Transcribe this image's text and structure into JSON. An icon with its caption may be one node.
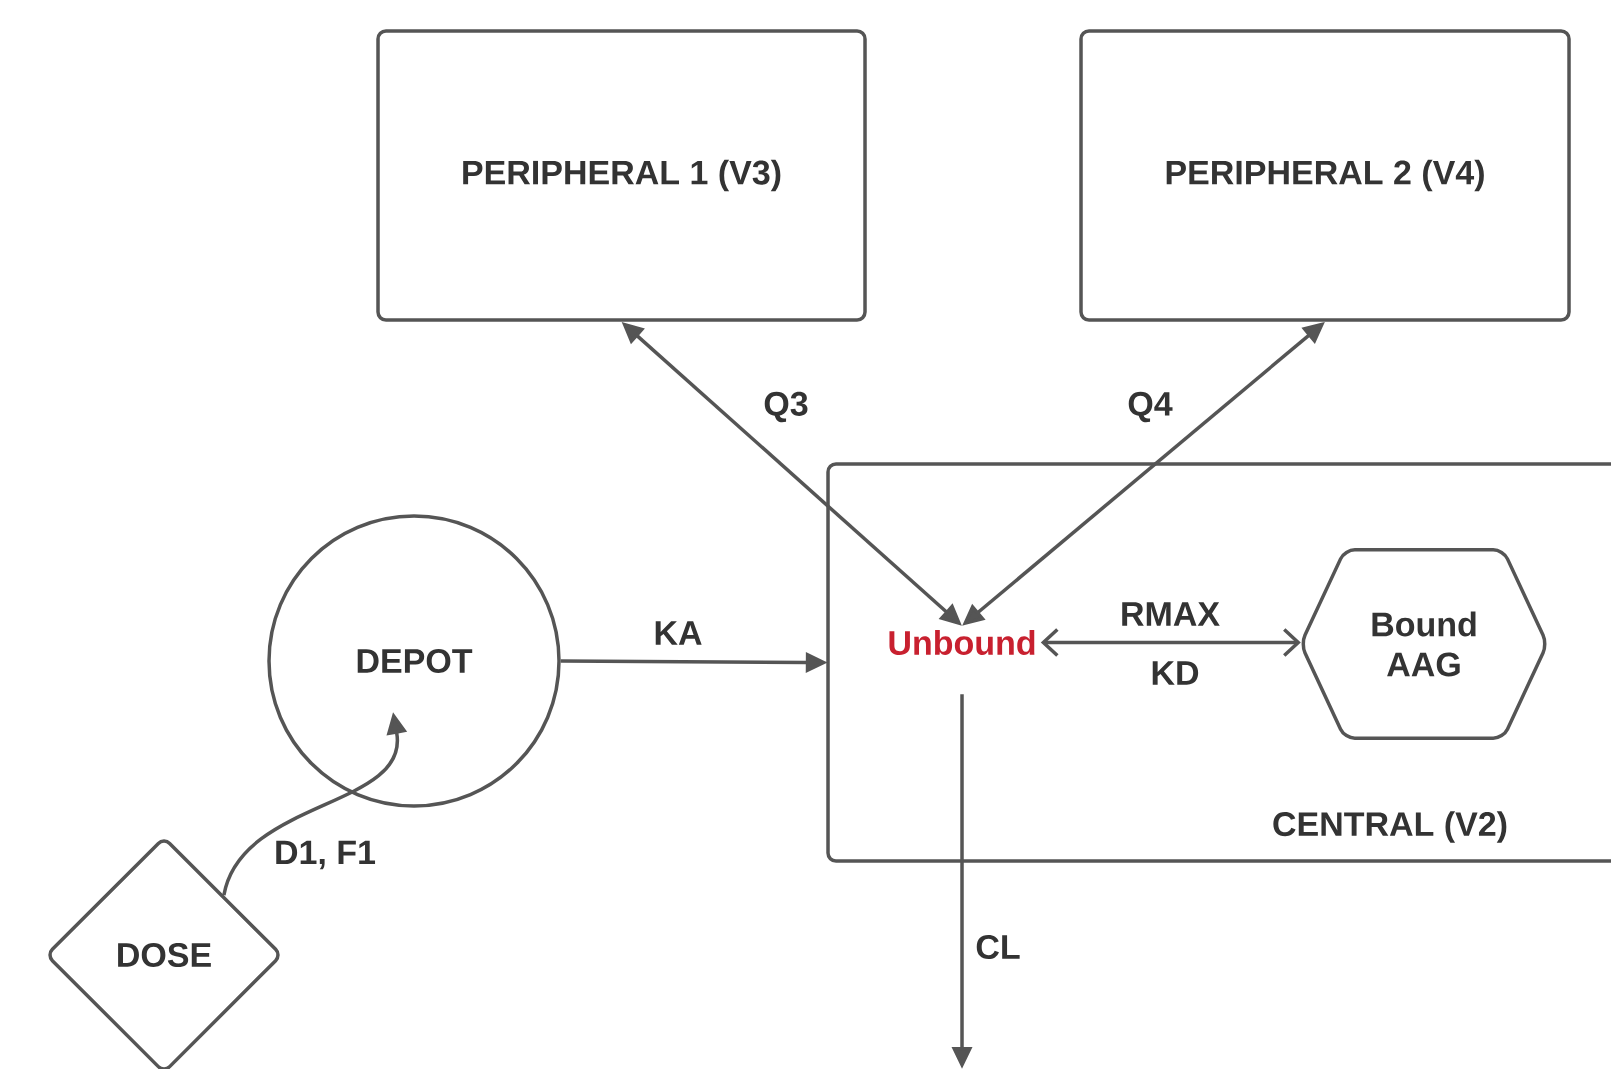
{
  "diagram": {
    "nodes": [
      {
        "text": [
          "PERIPHERAL 1 (V3)"
        ]
      },
      {
        "text": [
          "PERIPHERAL 2 (V4)"
        ]
      },
      {
        "text": [
          "CENTRAL (V2)"
        ]
      },
      {
        "text": [
          "Unbound"
        ],
        "in": 2
      },
      {
        "text": [
          "Bound AAG"
        ],
        "in": 2
      },
      {
        "text": [
          "DEPOT"
        ]
      },
      {
        "text": [
          "DOSE"
        ]
      }
    ],
    "edges": [
      {
        "from": 3,
        "to": 0,
        "arrow": "both",
        "label": "Q3"
      },
      {
        "from": 3,
        "to": 1,
        "arrow": "both",
        "label": "Q4"
      },
      {
        "from": 5,
        "to": 2,
        "arrow": "to",
        "label": "KA"
      },
      {
        "from": 3,
        "to": 4,
        "arrow": "both",
        "label": "RMAX"
      },
      {
        "from": 6,
        "to": 5,
        "arrow": "to",
        "label": "D1, F1"
      },
      {
        "from": 3,
        "to": null,
        "arrow": "to",
        "label": "CL"
      }
    ],
    "labels": [
      "KD"
    ]
  }
}
